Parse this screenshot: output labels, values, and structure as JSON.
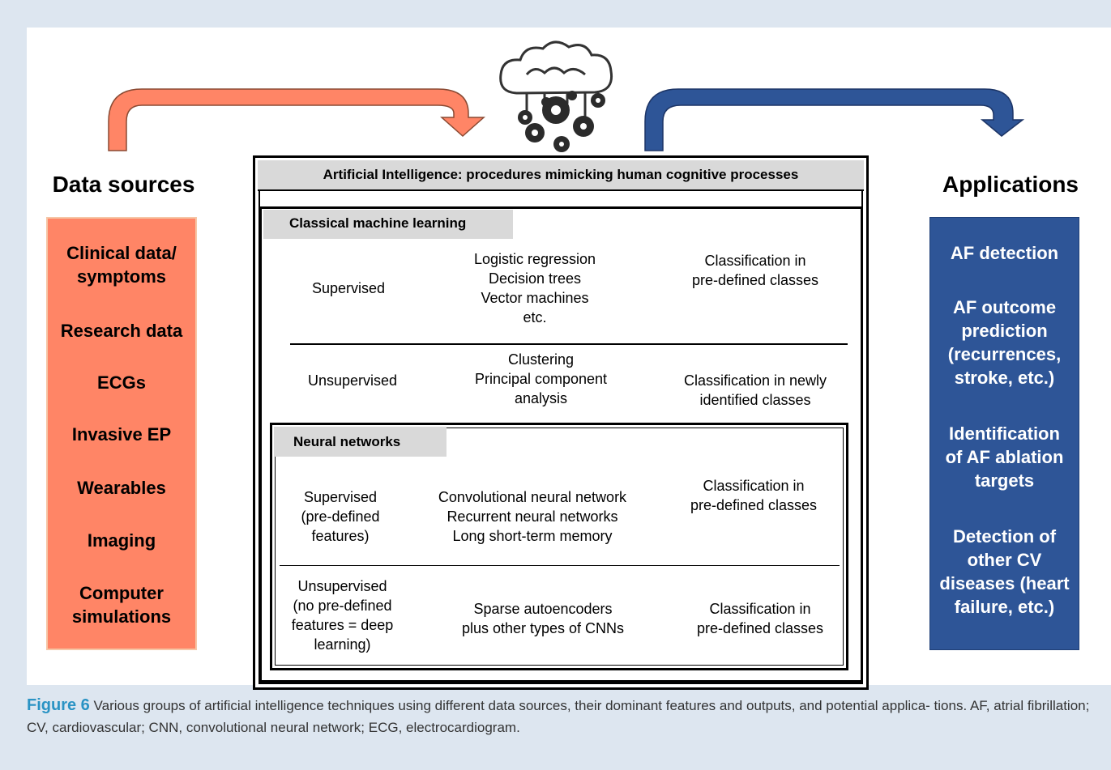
{
  "left_column": {
    "heading": "Data sources",
    "items": [
      {
        "line1": "Clinical data/",
        "line2": "symptoms"
      },
      {
        "line1": "Research data"
      },
      {
        "line1": "ECGs"
      },
      {
        "line1": "Invasive EP"
      },
      {
        "line1": "Wearables"
      },
      {
        "line1": "Imaging"
      },
      {
        "line1": "Computer",
        "line2": "simulations"
      }
    ]
  },
  "right_column": {
    "heading": "Applications",
    "items": [
      {
        "lines": [
          "AF detection"
        ]
      },
      {
        "lines": [
          "AF outcome",
          "prediction",
          "(recurrences,",
          "stroke, etc.)"
        ]
      },
      {
        "lines": [
          "Identification",
          "of AF ablation",
          "targets"
        ]
      },
      {
        "lines": [
          "Detection of",
          "other CV",
          "diseases (heart",
          "failure, etc.)"
        ]
      }
    ]
  },
  "center": {
    "title": "Artificial Intelligence: procedures mimicking human cognitive processes",
    "classical": {
      "label": "Classical machine learning",
      "rows": [
        {
          "type": [
            "Supervised"
          ],
          "methods": [
            "Logistic regression",
            "Decision trees",
            "Vector machines",
            "etc."
          ],
          "output": [
            "Classification in",
            "pre-defined classes"
          ]
        },
        {
          "type": [
            "Unsupervised"
          ],
          "methods": [
            "Clustering",
            "Principal component",
            "analysis"
          ],
          "output": [
            "Classification in newly",
            "identified classes"
          ]
        }
      ]
    },
    "neural": {
      "label": "Neural networks",
      "rows": [
        {
          "type": [
            "Supervised",
            "(pre-defined",
            "features)"
          ],
          "methods": [
            "Convolutional neural network",
            "Recurrent neural networks",
            "Long short-term memory"
          ],
          "output": [
            "Classification in",
            "pre-defined classes"
          ]
        },
        {
          "type": [
            "Unsupervised",
            "(no pre-defined",
            "features = deep",
            "learning)"
          ],
          "methods": [
            "Sparse autoencoders",
            "plus other types of CNNs"
          ],
          "output": [
            "Classification in",
            "pre-defined classes"
          ]
        }
      ]
    }
  },
  "caption": {
    "figure_label": "Figure 6",
    "text": "Various groups of artificial intelligence techniques using different data sources, their dominant features and outputs, and potential applica- tions. AF, atrial fibrillation; CV, cardiovascular; CNN, convolutional neural network; ECG, electrocardiogram."
  },
  "colors": {
    "sources_fill": "#ff8566",
    "apps_fill": "#2e5597",
    "left_arrow": "#ff8566",
    "right_arrow": "#2e5597",
    "label_gray": "#d9d9d9",
    "caption_accent": "#2a93c4"
  },
  "icons": [
    "brain-cloud-gears-icon",
    "curved-arrow-right-icon",
    "curved-arrow-down-icon"
  ]
}
